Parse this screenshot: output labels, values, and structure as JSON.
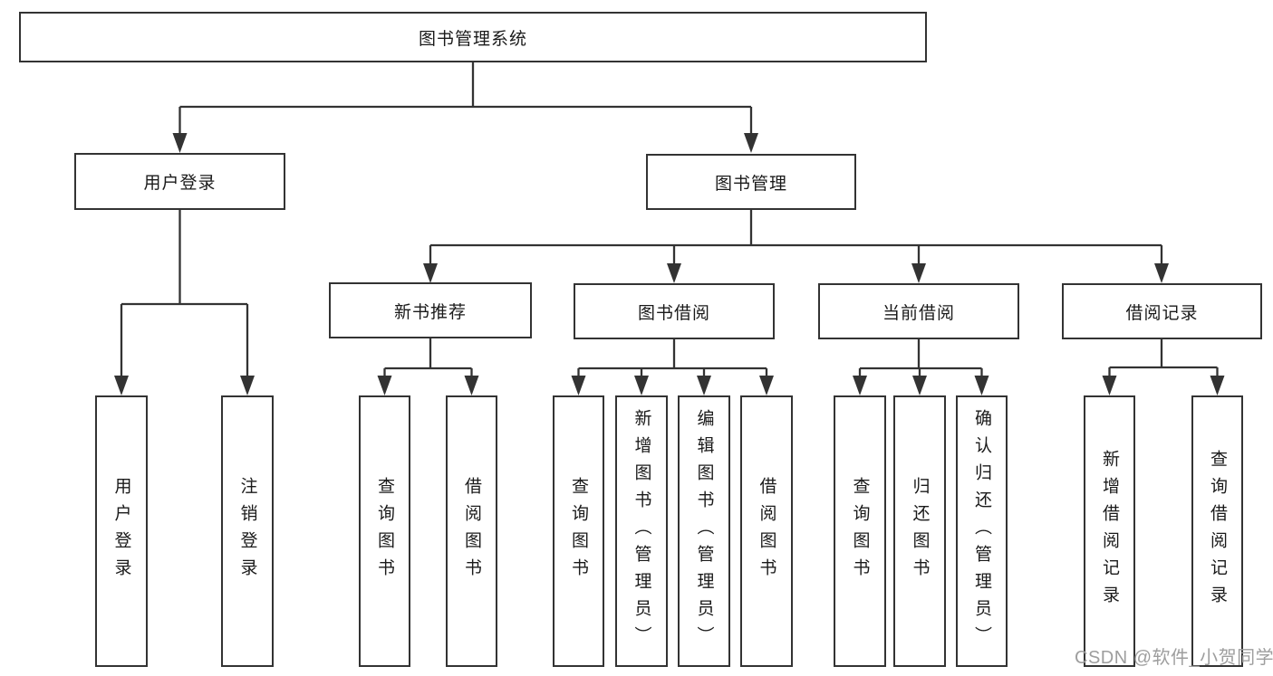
{
  "diagram": {
    "type": "hierarchy-tree",
    "root": {
      "label": "图书管理系统"
    },
    "level2": [
      {
        "id": "user-login",
        "label": "用户登录",
        "parent": "图书管理系统"
      },
      {
        "id": "book-management",
        "label": "图书管理",
        "parent": "图书管理系统"
      }
    ],
    "level3": [
      {
        "id": "new-book-recommend",
        "label": "新书推荐",
        "parent": "图书管理"
      },
      {
        "id": "book-borrow",
        "label": "图书借阅",
        "parent": "图书管理"
      },
      {
        "id": "current-borrow",
        "label": "当前借阅",
        "parent": "图书管理"
      },
      {
        "id": "borrow-records",
        "label": "借阅记录",
        "parent": "图书管理"
      }
    ],
    "leaves": [
      {
        "label": "用户登录",
        "parent": "用户登录"
      },
      {
        "label": "注销登录",
        "parent": "用户登录"
      },
      {
        "label": "查询图书",
        "parent": "新书推荐"
      },
      {
        "label": "借阅图书",
        "parent": "新书推荐"
      },
      {
        "label": "查询图书",
        "parent": "图书借阅"
      },
      {
        "label": "新增图书（管理员）",
        "parent": "图书借阅"
      },
      {
        "label": "编辑图书（管理员）",
        "parent": "图书借阅"
      },
      {
        "label": "借阅图书",
        "parent": "图书借阅"
      },
      {
        "label": "查询图书",
        "parent": "当前借阅"
      },
      {
        "label": "归还图书",
        "parent": "当前借阅"
      },
      {
        "label": "确认归还（管理员）",
        "parent": "当前借阅"
      },
      {
        "label": "新增借阅记录",
        "parent": "借阅记录"
      },
      {
        "label": "查询借阅记录",
        "parent": "借阅记录"
      }
    ]
  },
  "watermark": {
    "text": "CSDN @软件_小贺同学"
  },
  "colors": {
    "line": "#333333",
    "box_border": "#333333",
    "text": "#1a1a1a",
    "background": "#ffffff",
    "watermark": "#9e9e9e"
  }
}
